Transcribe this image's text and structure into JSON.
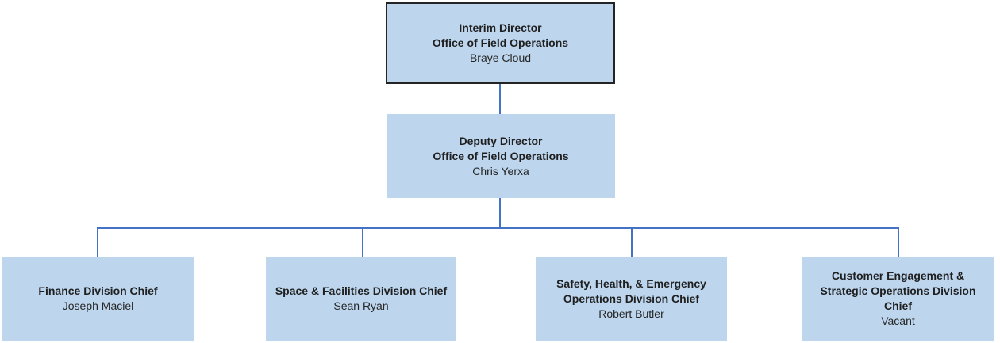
{
  "colors": {
    "box-fill": "#BDD6EE",
    "root-border": "#242424",
    "connector": "#4472C4",
    "text": "#1F1F1F",
    "canvas-bg": "#FFFFFF"
  },
  "org_chart": {
    "root": {
      "title_line1": "Interim Director",
      "title_line2": "Office of Field Operations",
      "name": "Braye Cloud"
    },
    "deputy": {
      "title_line1": "Deputy Director",
      "title_line2": "Office of Field Operations",
      "name": "Chris Yerxa"
    },
    "divisions": [
      {
        "title": "Finance Division Chief",
        "name": "Joseph Maciel"
      },
      {
        "title": "Space & Facilities Division Chief",
        "name": "Sean Ryan"
      },
      {
        "title": "Safety, Health, & Emergency Operations Division Chief",
        "name": "Robert Butler"
      },
      {
        "title": "Customer Engagement & Strategic Operations Division Chief",
        "name": "Vacant"
      }
    ]
  }
}
